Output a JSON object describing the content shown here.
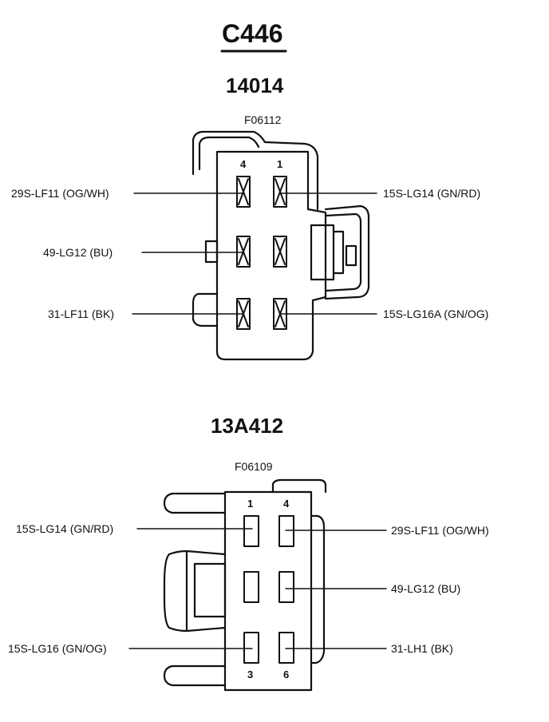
{
  "connector_id": "C446",
  "top_connector": {
    "part_number": "14014",
    "figure_code": "F06112",
    "pin_numbers": [
      "4",
      "1"
    ],
    "wires_left": [
      "29S-LF11 (OG/WH)",
      "49-LG12 (BU)",
      "31-LF11 (BK)"
    ],
    "wires_right": [
      "15S-LG14 (GN/RD)",
      "15S-LG16A (GN/OG)"
    ]
  },
  "bottom_connector": {
    "part_number": "13A412",
    "figure_code": "F06109",
    "pin_numbers_top": [
      "1",
      "4"
    ],
    "pin_numbers_bottom": [
      "3",
      "6"
    ],
    "wires_left": [
      "15S-LG14 (GN/RD)",
      "15S-LG16 (GN/OG)"
    ],
    "wires_right": [
      "29S-LF11 (OG/WH)",
      "49-LG12 (BU)",
      "31-LH1 (BK)"
    ]
  }
}
